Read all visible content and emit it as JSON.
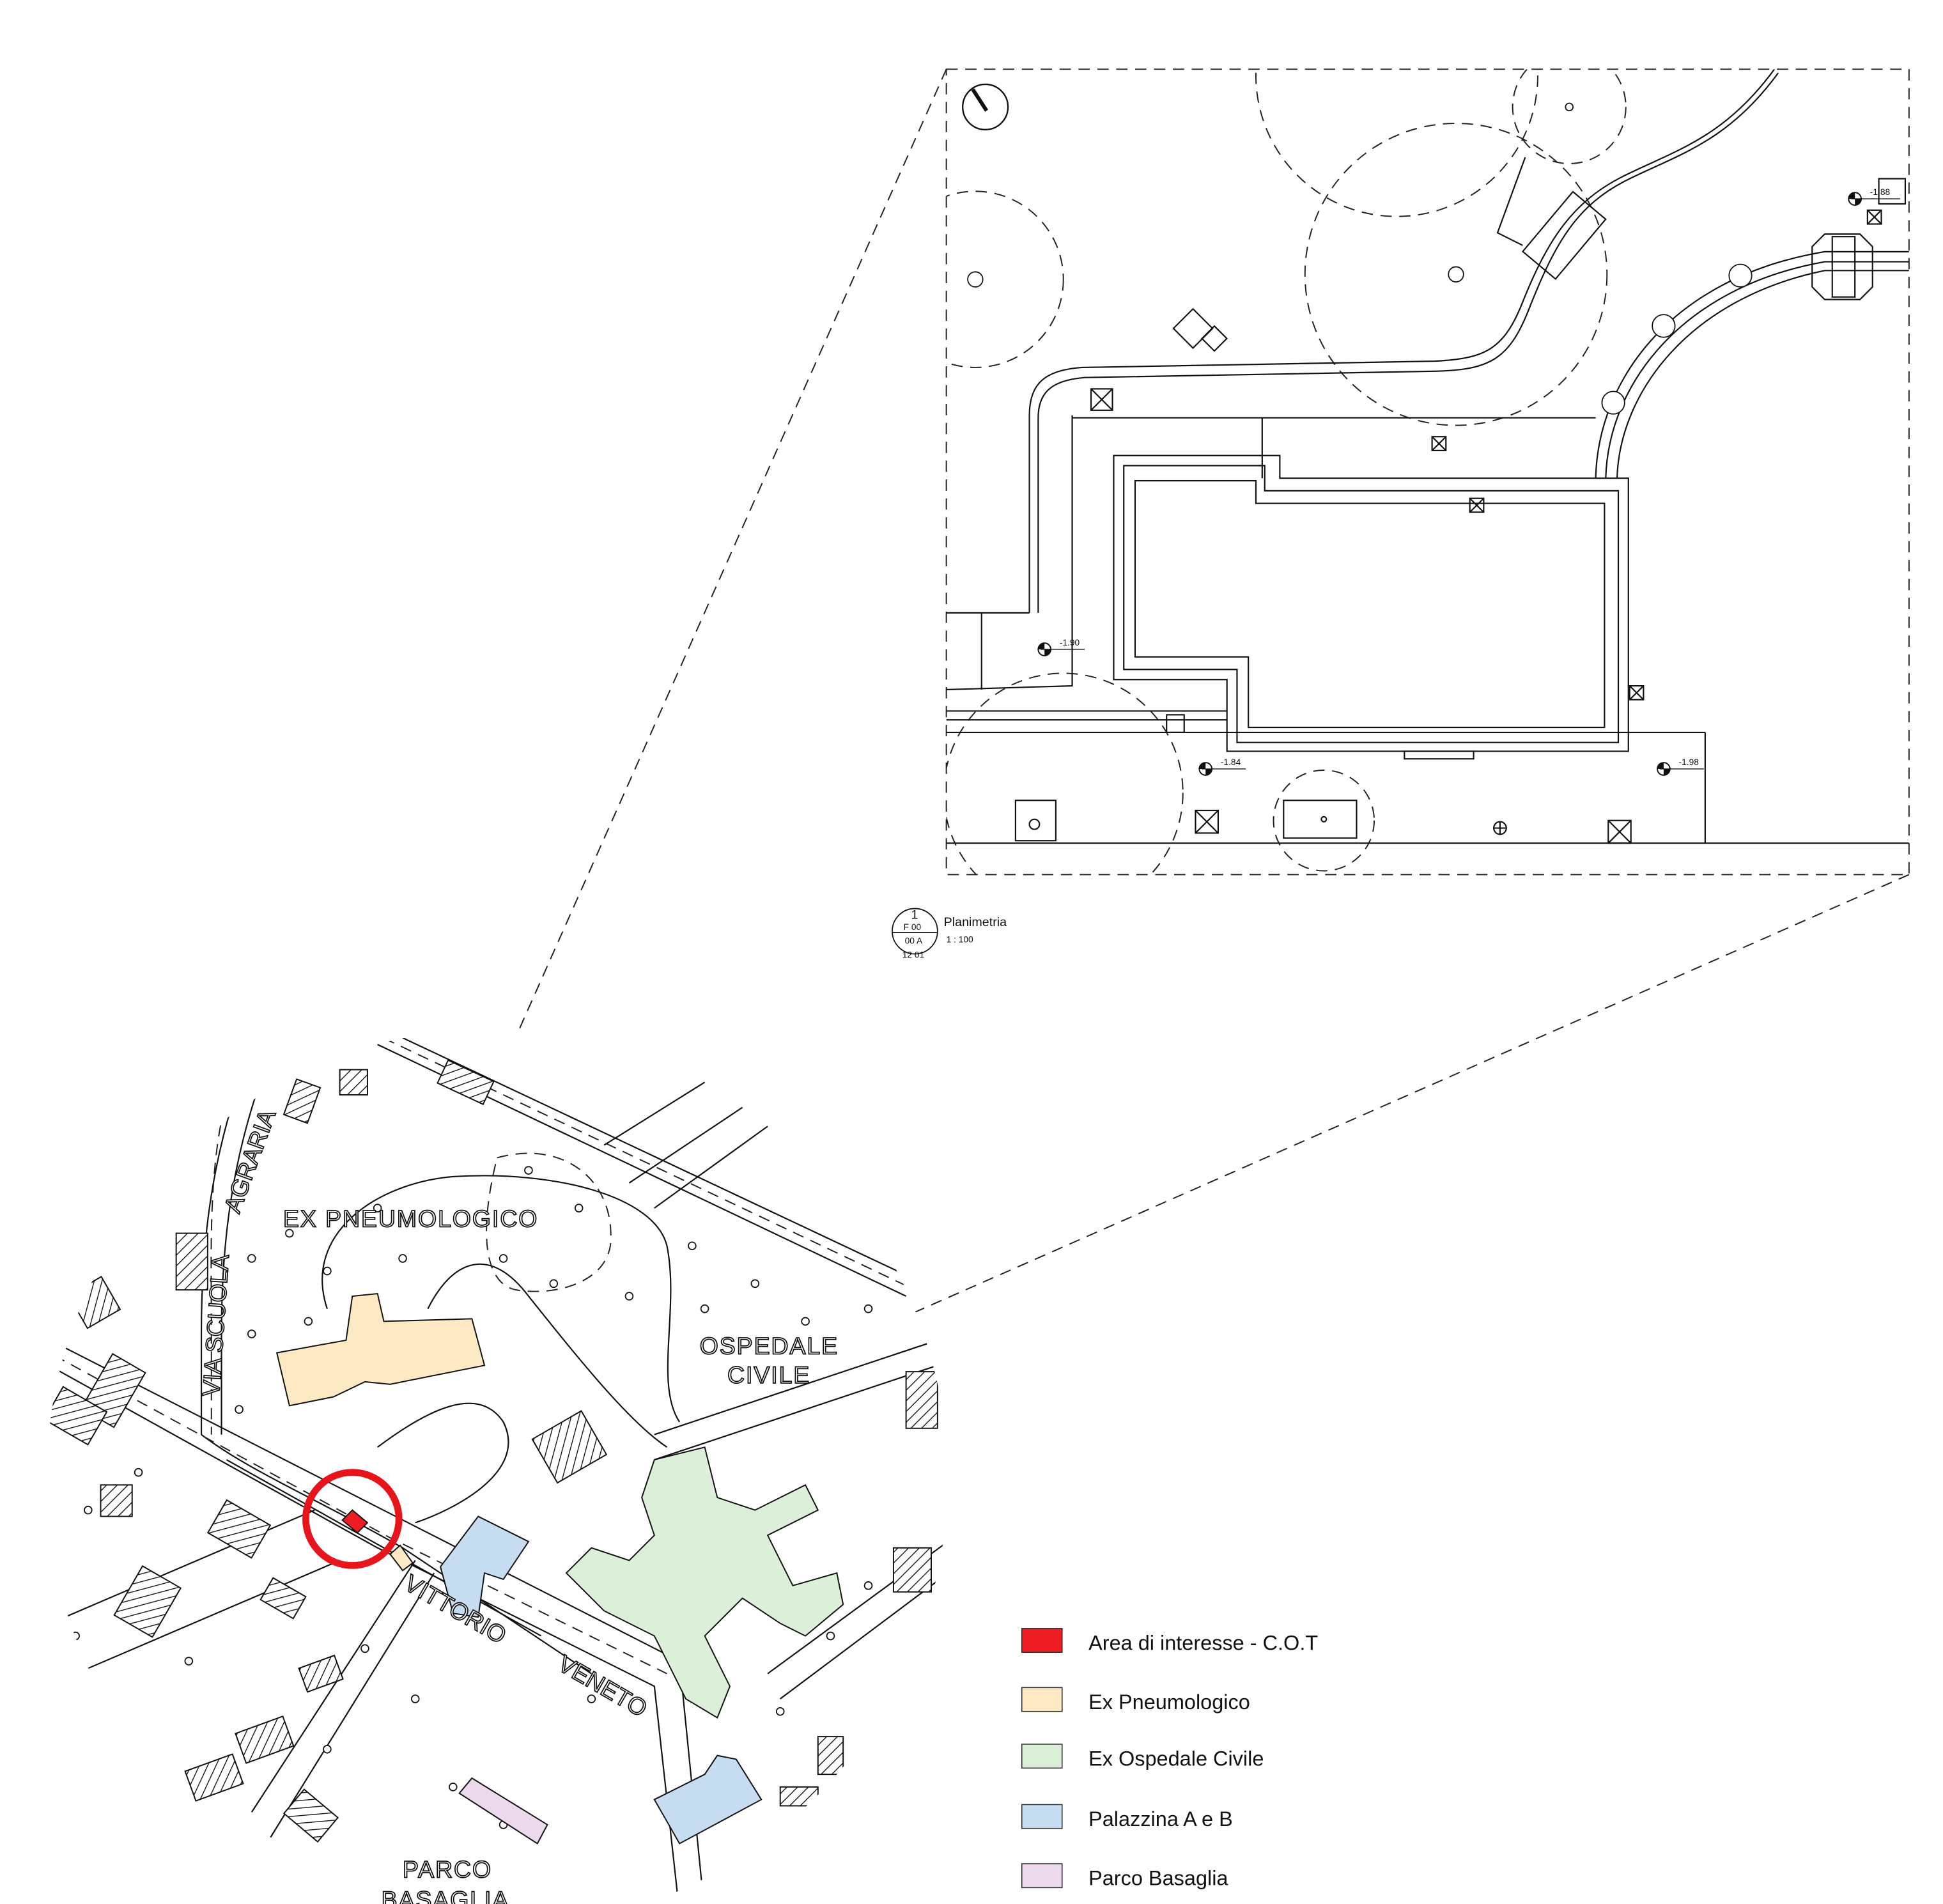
{
  "plan": {
    "title": "Planimetria",
    "scale": "1 : 100",
    "tag_number": "1",
    "tag_sheet_top": "F 00",
    "tag_sheet_mid": "00 A",
    "tag_sheet_bottom": "12 01",
    "elevations": [
      "-1.88",
      "-1.90",
      "-1.84",
      "-1.98"
    ]
  },
  "map": {
    "labels": {
      "ex_pneumologico": "EX PNEUMOLOGICO",
      "ospedale_line1": "OSPEDALE",
      "ospedale_line2": "CIVILE",
      "via_scuola": "VIA SCUOLA",
      "agraria": "AGRARIA",
      "vittorio": "VITTORIO",
      "veneto": "VENETO",
      "parco_line1": "PARCO",
      "parco_line2": "BASAGLIA"
    },
    "highlight_color": "#e8141b"
  },
  "legend": [
    {
      "label": "Area di interesse - C.O.T",
      "color": "#ee1c24"
    },
    {
      "label": "Ex Pneumologico",
      "color": "#fde9c4"
    },
    {
      "label": "Ex Ospedale Civile",
      "color": "#dcefd9"
    },
    {
      "label": "Palazzina A e B",
      "color": "#c6dcf1"
    },
    {
      "label": "Parco Basaglia",
      "color": "#ecd9ec"
    }
  ]
}
